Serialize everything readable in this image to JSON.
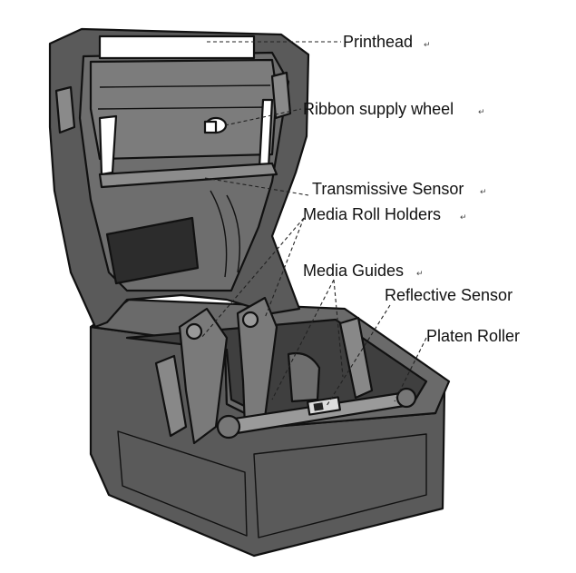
{
  "labels": {
    "printhead": "Printhead",
    "ribbon_supply_wheel": "Ribbon supply wheel",
    "transmissive_sensor": "Transmissive Sensor",
    "media_roll_holders": "Media Roll Holders",
    "media_guides": "Media Guides",
    "reflective_sensor": "Reflective Sensor",
    "platen_roller": "Platen Roller"
  },
  "paragraph_mark": "↵",
  "colors": {
    "body_gray": "#5a5a5a",
    "dark_gray": "#3a3a3a",
    "light_gray": "#8a8a8a",
    "outline": "#111111",
    "white": "#ffffff"
  }
}
